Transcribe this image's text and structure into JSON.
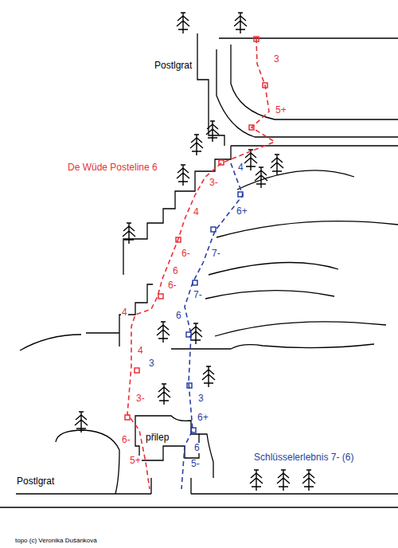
{
  "diagram": {
    "labels": [
      "Postlgrat",
      "3",
      "5+",
      "De Wüde Posteline 6",
      "4",
      "3-",
      "6+",
      "4",
      "6-",
      "7-",
      "6",
      "6-",
      "7-",
      "4",
      "6",
      "4",
      "3",
      "3-",
      "3",
      "6+",
      "přilep",
      "6-",
      "6",
      "5+",
      "5-",
      "Schlüsselerlebnis 7- (6)",
      "Postlgrat",
      "topo (c) Veronika Dušánková"
    ]
  }
}
